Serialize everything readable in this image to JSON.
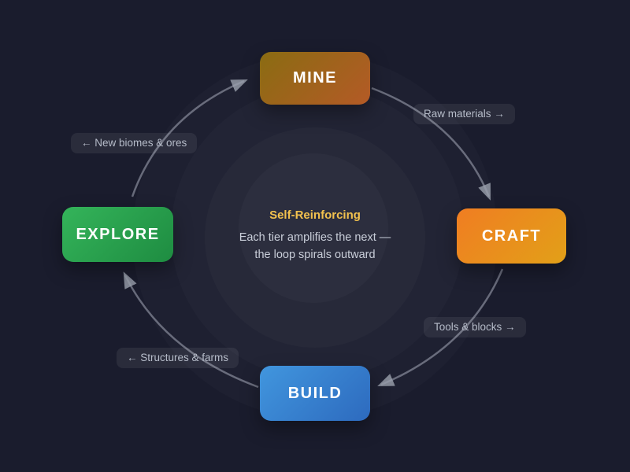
{
  "theme": {
    "background": "#1a1c2d",
    "ring_tint": "rgba(255,255,255,0.02)",
    "arrow_color": "#a7acb9",
    "pill_text": "#b6bcc9",
    "accent_gold": "#f2c14e",
    "node_text": "#ffffff"
  },
  "center": {
    "title": "Self-Reinforcing",
    "line1": "Each tier amplifies the next —",
    "line2": "the loop spirals outward"
  },
  "nodes": [
    {
      "id": "mine",
      "label": "MINE",
      "gradient_from": "#8a6c12",
      "gradient_to": "#b45a26"
    },
    {
      "id": "craft",
      "label": "CRAFT",
      "gradient_from": "#f07d22",
      "gradient_to": "#e2a018"
    },
    {
      "id": "build",
      "label": "BUILD",
      "gradient_from": "#4196de",
      "gradient_to": "#2d6abe"
    },
    {
      "id": "explore",
      "label": "EXPLORE",
      "gradient_from": "#34b45a",
      "gradient_to": "#1e8c41"
    }
  ],
  "edges": [
    {
      "from": "mine",
      "to": "craft",
      "label": "Raw materials →"
    },
    {
      "from": "craft",
      "to": "build",
      "label": "Tools & blocks →"
    },
    {
      "from": "build",
      "to": "explore",
      "label": "← Structures & farms"
    },
    {
      "from": "explore",
      "to": "mine",
      "label": "← New biomes & ores"
    }
  ]
}
